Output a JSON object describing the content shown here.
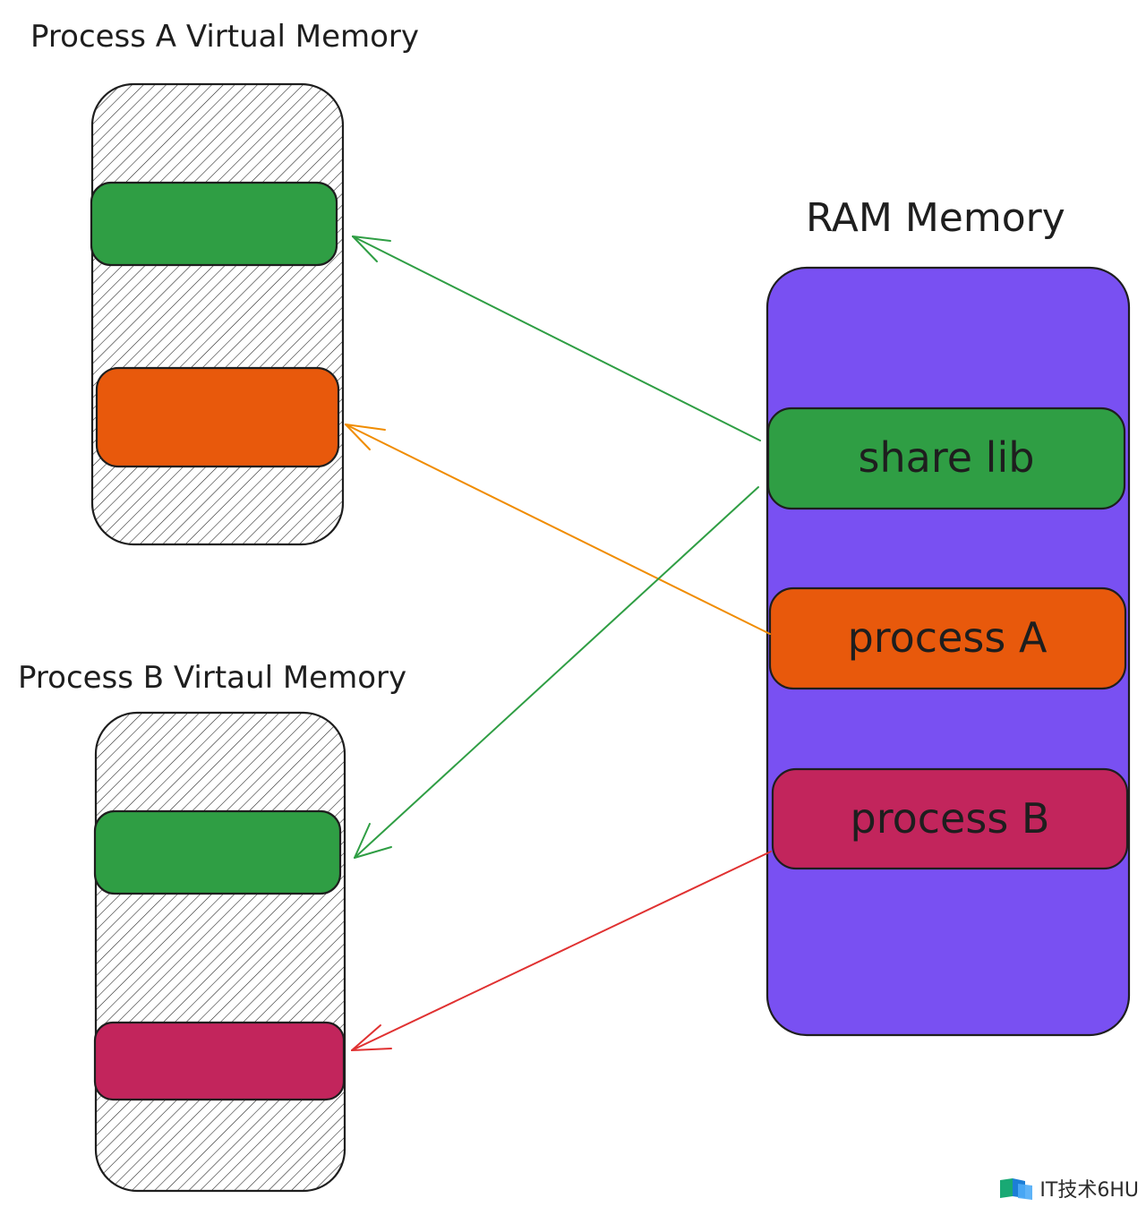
{
  "titles": {
    "process_a": "Process A Virtual Memory",
    "process_b": "Process B Virtaul Memory",
    "ram": "RAM Memory"
  },
  "ram_blocks": {
    "share_lib": "share lib",
    "process_a": "process A",
    "process_b": "process B"
  },
  "watermark": {
    "text": "IT技术6HU"
  },
  "colors": {
    "ram_background": "#7950f2",
    "share_lib": "#2f9e44",
    "process_a": "#e8590c",
    "process_b": "#c2255c",
    "arrow_green": "#2f9e44",
    "arrow_orange": "#f08c00",
    "arrow_red": "#e03131",
    "hatch": "#1e1e1e"
  }
}
